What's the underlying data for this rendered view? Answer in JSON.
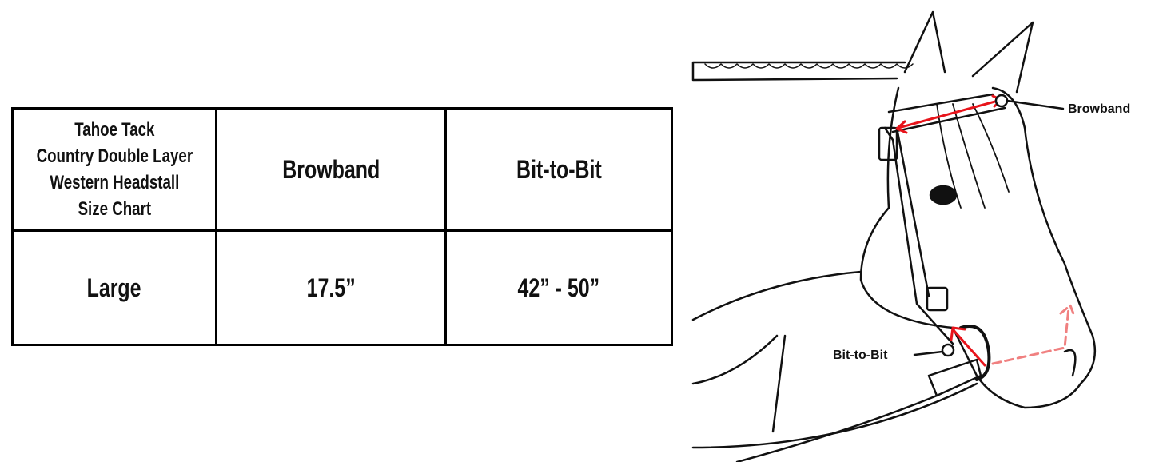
{
  "table": {
    "title_lines": [
      "Tahoe Tack",
      "Country Double Layer",
      "Western Headstall",
      "Size Chart"
    ],
    "headers": [
      "Browband",
      "Bit-to-Bit"
    ],
    "rows": [
      {
        "size": "Large",
        "browband": "17.5”",
        "bit_to_bit": "42” - 50”"
      }
    ]
  },
  "diagram": {
    "labels": {
      "browband": "Browband",
      "bit_to_bit": "Bit-to-Bit"
    },
    "colors": {
      "measure": "#e8141b",
      "measure_dashed": "#f08080",
      "line": "#111111"
    }
  }
}
